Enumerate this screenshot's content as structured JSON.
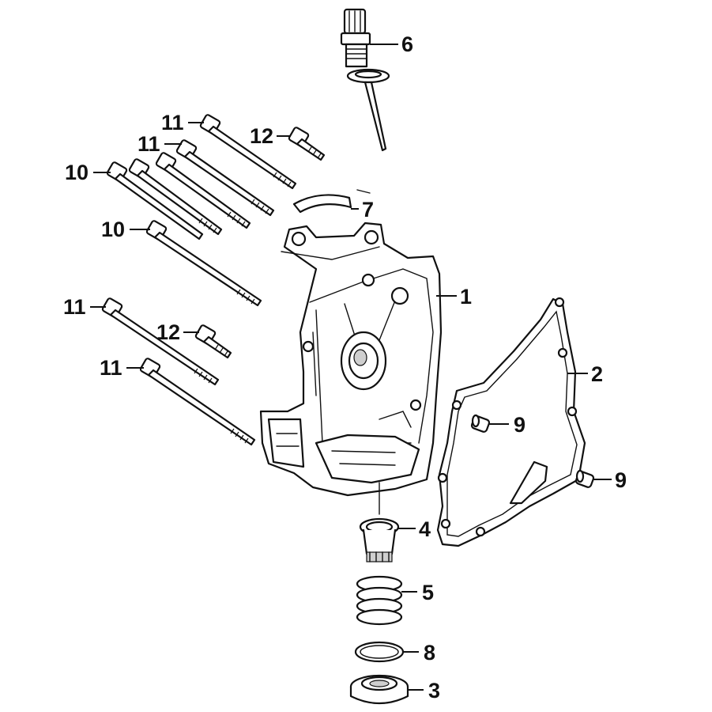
{
  "callouts": {
    "c1": "1",
    "c2": "2",
    "c3": "3",
    "c4": "4",
    "c5": "5",
    "c6": "6",
    "c7": "7",
    "c8": "8",
    "c9a": "9",
    "c9b": "9",
    "c10a": "10",
    "c10b": "10",
    "c11a": "11",
    "c11b": "11",
    "c11c": "11",
    "c11d": "11",
    "c12a": "12",
    "c12b": "12"
  }
}
